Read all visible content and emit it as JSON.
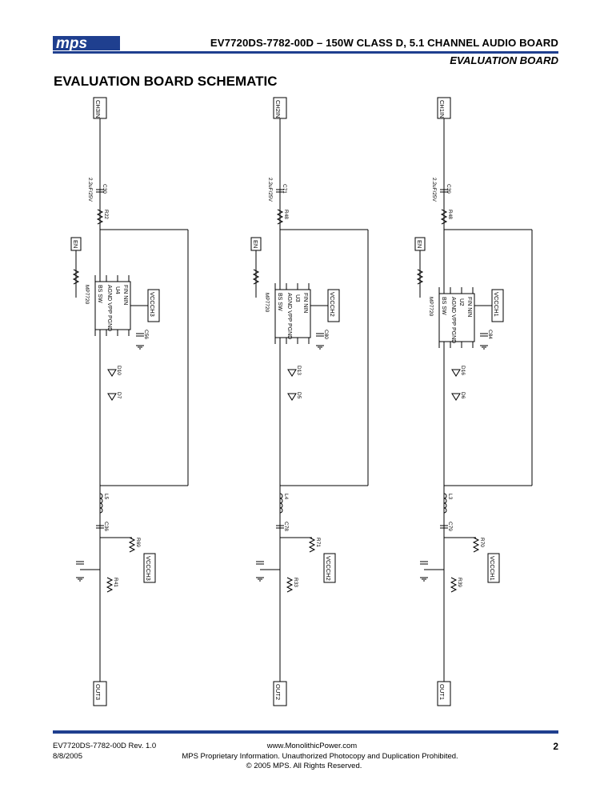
{
  "header": {
    "logo_text": "mps",
    "title": "EV7720DS-7782-00D – 150W CLASS D, 5.1 CHANNEL AUDIO BOARD",
    "subtitle": "EVALUATION BOARD"
  },
  "page_title": "EVALUATION BOARD SCHEMATIC",
  "footer": {
    "doc_rev": "EV7720DS-7782-00D Rev. 1.0",
    "date": "8/8/2005",
    "url": "www.MonolithicPower.com",
    "proprietary": "MPS Proprietary Information. Unauthorized Photocopy and Duplication Prohibited.",
    "copyright": "© 2005 MPS. All Rights Reserved.",
    "page_number": "2"
  },
  "schematic": {
    "channels": [
      {
        "input_net": "CH3IN",
        "output_net": "OUT3",
        "feedback_net": "VCCCH3",
        "enable_net": "EN",
        "ic_ref": "U4",
        "ic_part": "MP7720",
        "pin_labels_top": [
          "FIN",
          "NIN"
        ],
        "pin_labels_mid": [
          "AGND",
          "VPP",
          "PGND"
        ],
        "pin_labels_bot": [
          "BS",
          "SW"
        ],
        "input_cap": "C30",
        "input_cap_value": "2.2uF/25V",
        "input_res": "R22",
        "inductor": "L5",
        "output_cap": "C36",
        "snubber_res": "R41",
        "feedback_res": "R69",
        "diodes": [
          "D10",
          "D7"
        ],
        "bypass_cap": "C56"
      },
      {
        "input_net": "CH2IN",
        "output_net": "OUT2",
        "feedback_net": "VCCCH2",
        "enable_net": "EN",
        "ic_ref": "U3",
        "ic_part": "MP7720",
        "pin_labels_top": [
          "FIN",
          "NIN"
        ],
        "pin_labels_mid": [
          "AGND",
          "VPP",
          "PGND"
        ],
        "pin_labels_bot": [
          "BS",
          "SW"
        ],
        "input_cap": "C71",
        "input_cap_value": "2.2uF/25V",
        "input_res": "R48",
        "inductor": "L4",
        "output_cap": "C78",
        "snubber_res": "R33",
        "feedback_res": "R71",
        "diodes": [
          "D13",
          "D5"
        ],
        "bypass_cap": "C80"
      },
      {
        "input_net": "CH1IN",
        "output_net": "OUT1",
        "feedback_net": "VCCCH1",
        "enable_net": "EN",
        "ic_ref": "U2",
        "ic_part": "MP7720",
        "pin_labels_top": [
          "FIN",
          "NIN"
        ],
        "pin_labels_mid": [
          "AGND",
          "VPP",
          "PGND"
        ],
        "pin_labels_bot": [
          "BS",
          "SW"
        ],
        "input_cap": "C39",
        "input_cap_value": "2.2uF/25V",
        "input_res": "R48",
        "inductor": "L3",
        "output_cap": "C79",
        "snubber_res": "R39",
        "feedback_res": "R70",
        "diodes": [
          "D16",
          "D6"
        ],
        "bypass_cap": "C84"
      }
    ]
  }
}
